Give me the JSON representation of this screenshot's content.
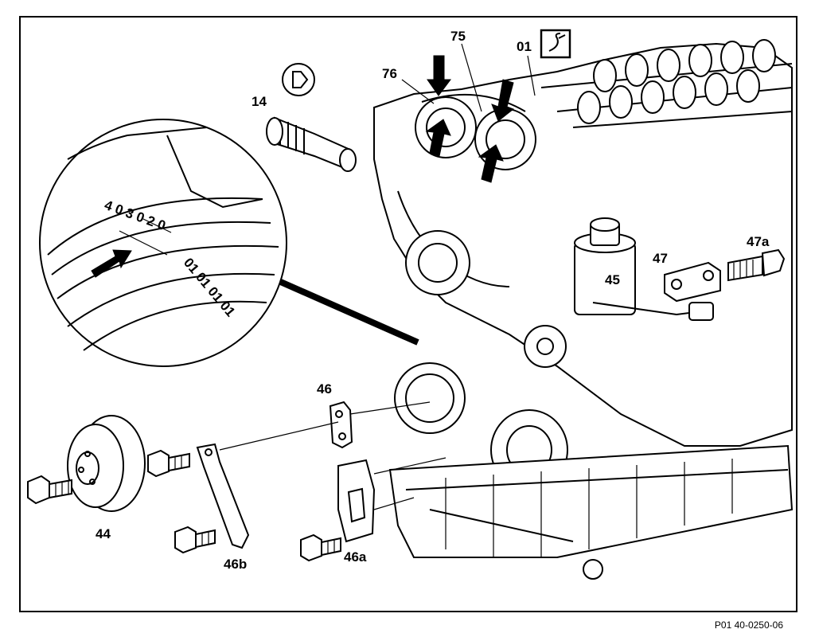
{
  "labels": {
    "part_76": "76",
    "part_75": "75",
    "part_01": "01",
    "part_14": "14",
    "part_47a": "47a",
    "part_47": "47",
    "part_45": "45",
    "part_46": "46",
    "part_44": "44",
    "part_46b": "46b",
    "part_46a": "46a"
  },
  "figure_reference": "P01 40-0250-06",
  "colors": {
    "line": "#000000",
    "background": "#ffffff"
  },
  "icons": [
    "tool-icon-14",
    "tool-icon-01"
  ]
}
